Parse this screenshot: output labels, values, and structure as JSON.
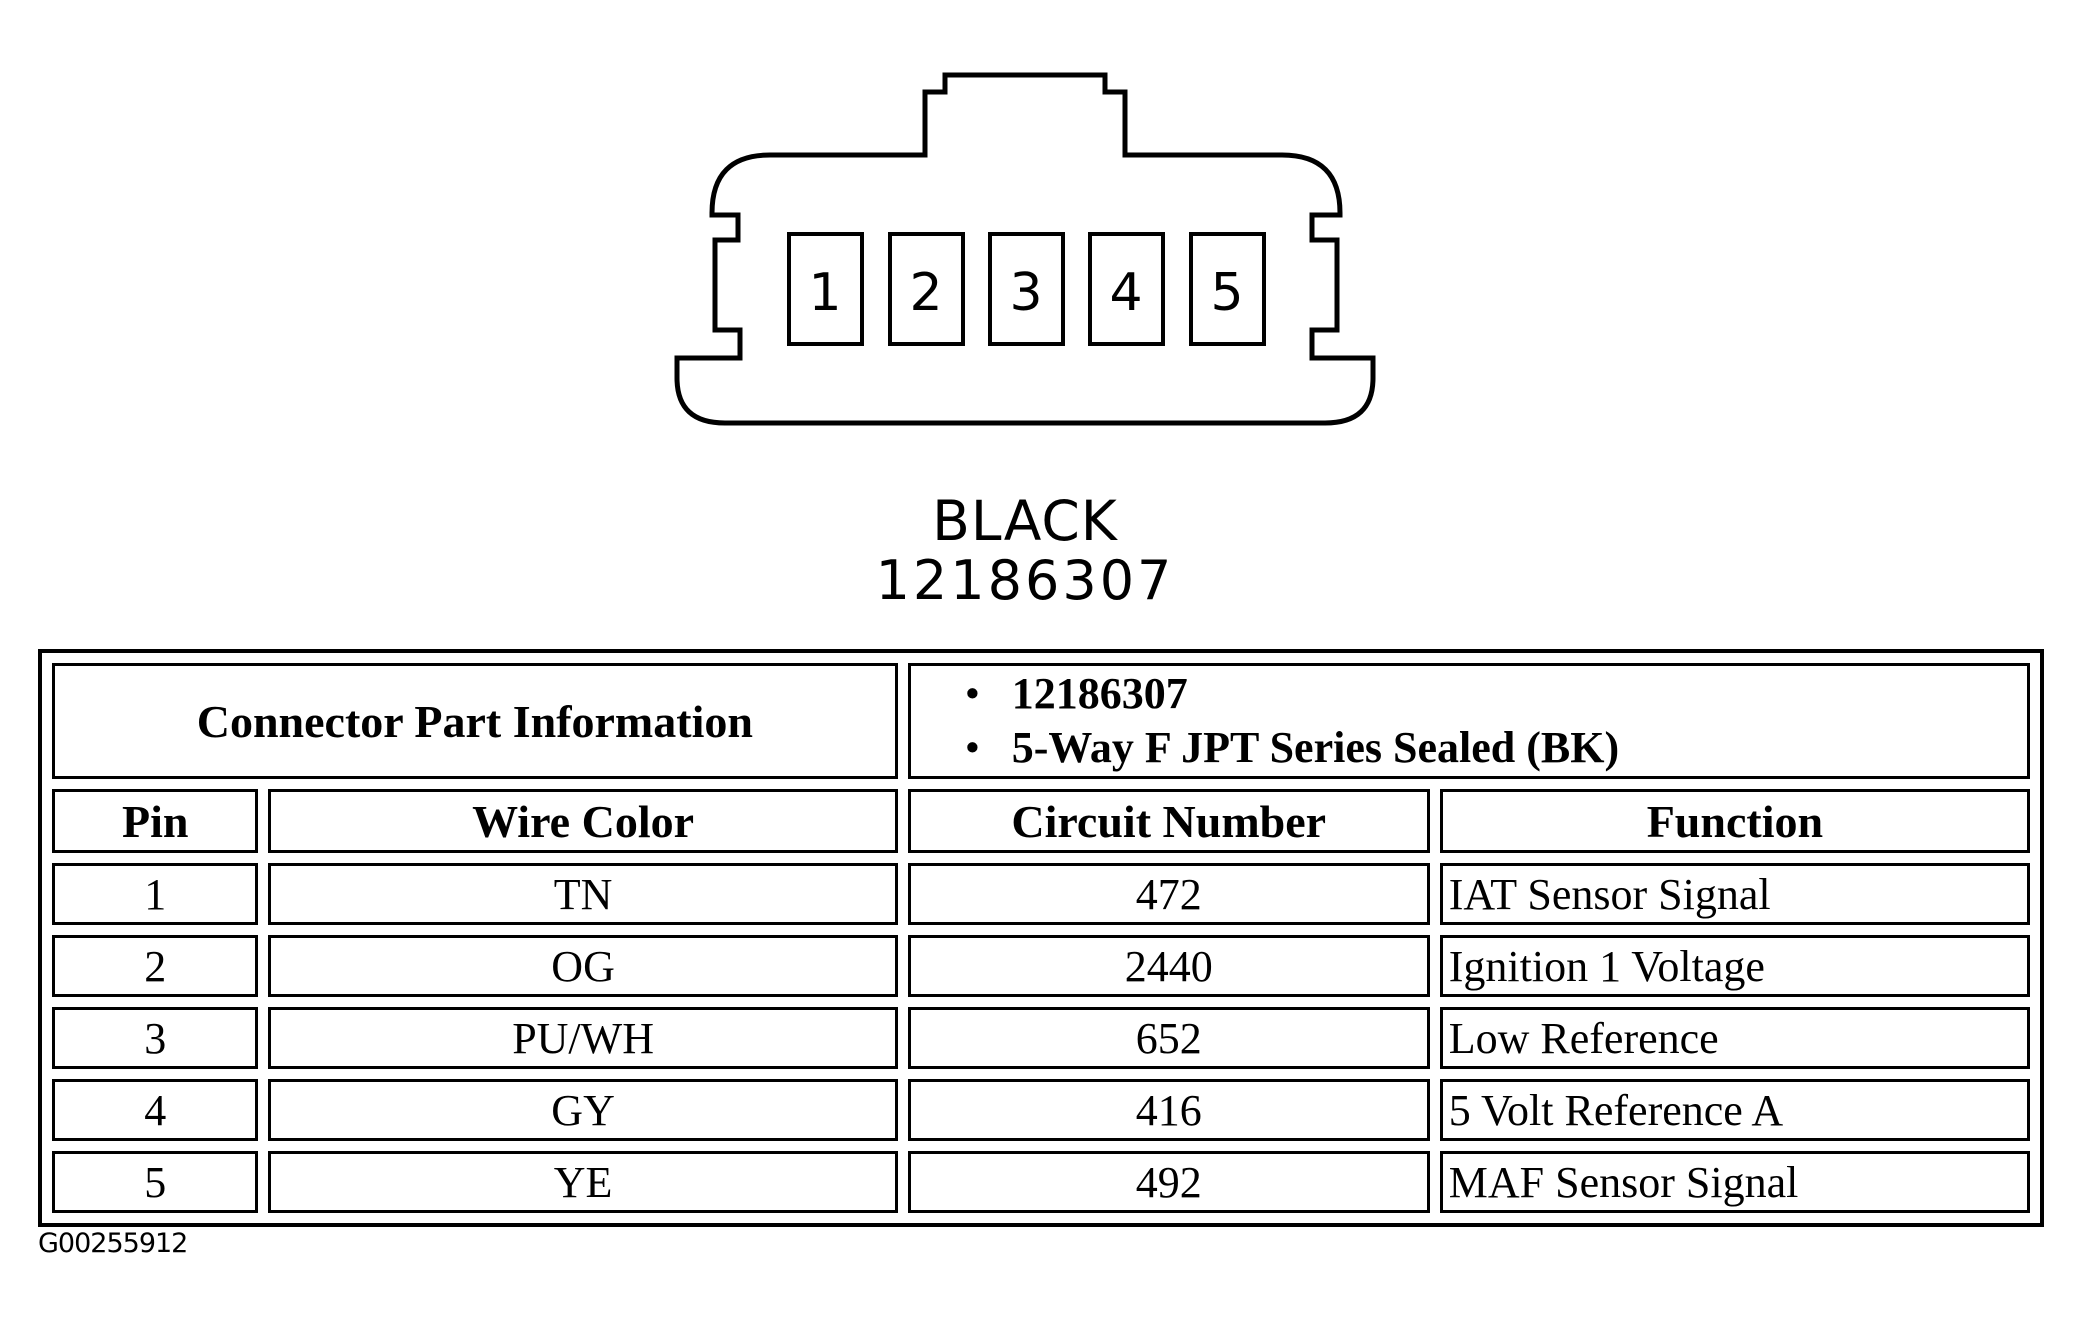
{
  "page": {
    "background_color": "#ffffff",
    "ink_color": "#000000"
  },
  "connector": {
    "color_label": "BLACK",
    "part_number": "12186307",
    "pins": [
      "1",
      "2",
      "3",
      "4",
      "5"
    ]
  },
  "part_info": {
    "header": "Connector Part Information",
    "bullet_glyph": "•",
    "bullets": [
      "12186307",
      "5-Way F JPT Series Sealed (BK)"
    ]
  },
  "table": {
    "columns": [
      "Pin",
      "Wire Color",
      "Circuit Number",
      "Function"
    ],
    "rows": [
      {
        "pin": "1",
        "wire_color": "TN",
        "circuit_number": "472",
        "function": "IAT Sensor Signal"
      },
      {
        "pin": "2",
        "wire_color": "OG",
        "circuit_number": "2440",
        "function": "Ignition 1 Voltage"
      },
      {
        "pin": "3",
        "wire_color": "PU/WH",
        "circuit_number": "652",
        "function": "Low Reference"
      },
      {
        "pin": "4",
        "wire_color": "GY",
        "circuit_number": "416",
        "function": "5 Volt Reference A"
      },
      {
        "pin": "5",
        "wire_color": "YE",
        "circuit_number": "492",
        "function": "MAF Sensor Signal"
      }
    ]
  },
  "footer": {
    "figure_id": "G00255912"
  }
}
